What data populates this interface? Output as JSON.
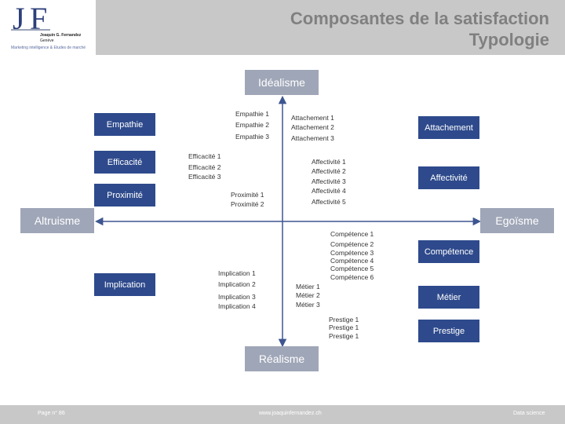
{
  "logo": {
    "letters": [
      "J",
      "F"
    ],
    "name": "Joaquin G. Fernandez",
    "city": "Genève",
    "tagline": "Marketing intelligence & Etudes de marché"
  },
  "title": {
    "line1": "Composantes de la satisfaction",
    "line2": "Typologie"
  },
  "axes": {
    "top": "Idéalisme",
    "bottom": "Réalisme",
    "left": "Altruisme",
    "right": "Egoïsme"
  },
  "categories": {
    "empathie": "Empathie",
    "efficacite": "Efficacité",
    "proximite": "Proximité",
    "implication": "Implication",
    "attachement": "Attachement",
    "affectivite": "Affectivité",
    "competence": "Compétence",
    "metier": "Métier",
    "prestige": "Prestige"
  },
  "items": {
    "empathie": [
      "Empathie 1",
      "Empathie 2",
      "Empathie 3"
    ],
    "attachement": [
      "Attachement 1",
      "Attachement 2",
      "Attachement 3"
    ],
    "efficacite": [
      "Efficacité 1",
      "Efficacité 2",
      "Efficacité 3"
    ],
    "affectivite": [
      "Affectivité 1",
      "Affectivité 2",
      "Affectivité 3",
      "Affectivité 4",
      "Affectivité 5"
    ],
    "proximite": [
      "Proximité 1",
      "Proximité 2"
    ],
    "competence": [
      "Compétence 1",
      "Compétence 2",
      "Compétence 3",
      "Compétence 4",
      "Compétence 5",
      "Compétence 6"
    ],
    "implication": [
      "Implication 1",
      "Implication 2",
      "Implication 3",
      "Implication 4"
    ],
    "metier": [
      "Métier 1",
      "Métier 2",
      "Métier 3"
    ],
    "prestige": [
      "Prestige 1",
      "Prestige 1",
      "Prestige 1"
    ]
  },
  "footer": {
    "page": "Page n° 86",
    "url": "www.joaquinfernandez.ch",
    "section": "Data science"
  },
  "colors": {
    "category_box": "#2e4a8c",
    "axis_box": "#9fa6b7",
    "axis_line": "#3d5590",
    "header": "#c8c8c8"
  }
}
